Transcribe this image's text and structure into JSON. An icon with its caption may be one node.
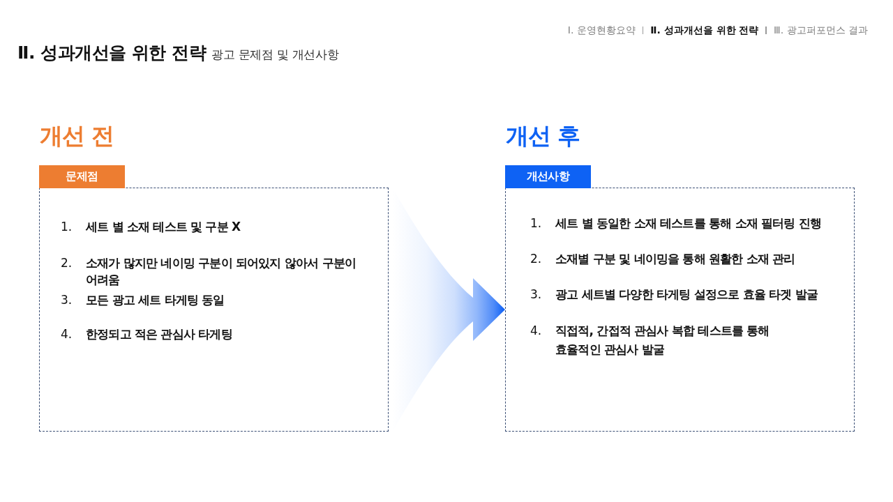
{
  "diagram": {
    "title": "Ⅱ. 성과개선을 위한 전략",
    "nodes": [
      {
        "text": [
          "개선 전",
          "1.",
          "세트 별 소재 테스트 및 구분 X",
          "2.",
          "소재가 많지만 네이밍 구분이 되어있지 않아서 구분이 어려움",
          "3.",
          "모든 광고 세트 타게팅 동일",
          "4.",
          "한정되고 적은 관심사 타게팅"
        ]
      },
      {
        "text": [
          "문제점"
        ]
      },
      {
        "text": [
          "개선 후",
          "1.",
          "세트 별 동일한 소재 테스트를 통해 소재 필터링 진행",
          "2.",
          "소재별 구분 및 네이밍을 통해 원활한 소재 관리",
          "3.",
          "광고 세트별 다양한 타게팅 설정으로 효율 타겟 발굴",
          "4.",
          "직접적, 간접적 관심사 복합 테스트를 통해 효율적인 관심사 발굴"
        ]
      },
      {
        "text": [
          "개선사항"
        ]
      }
    ],
    "edges": [
      {
        "from": 0,
        "to": 2,
        "arrow": "to"
      }
    ],
    "labels": [
      "Ⅰ. 운영현황요약",
      "Ⅱ. 성과개선을 위한 전략",
      "Ⅲ. 광고퍼포먼스 결과",
      "광고 문제점 및 개선사항"
    ]
  }
}
